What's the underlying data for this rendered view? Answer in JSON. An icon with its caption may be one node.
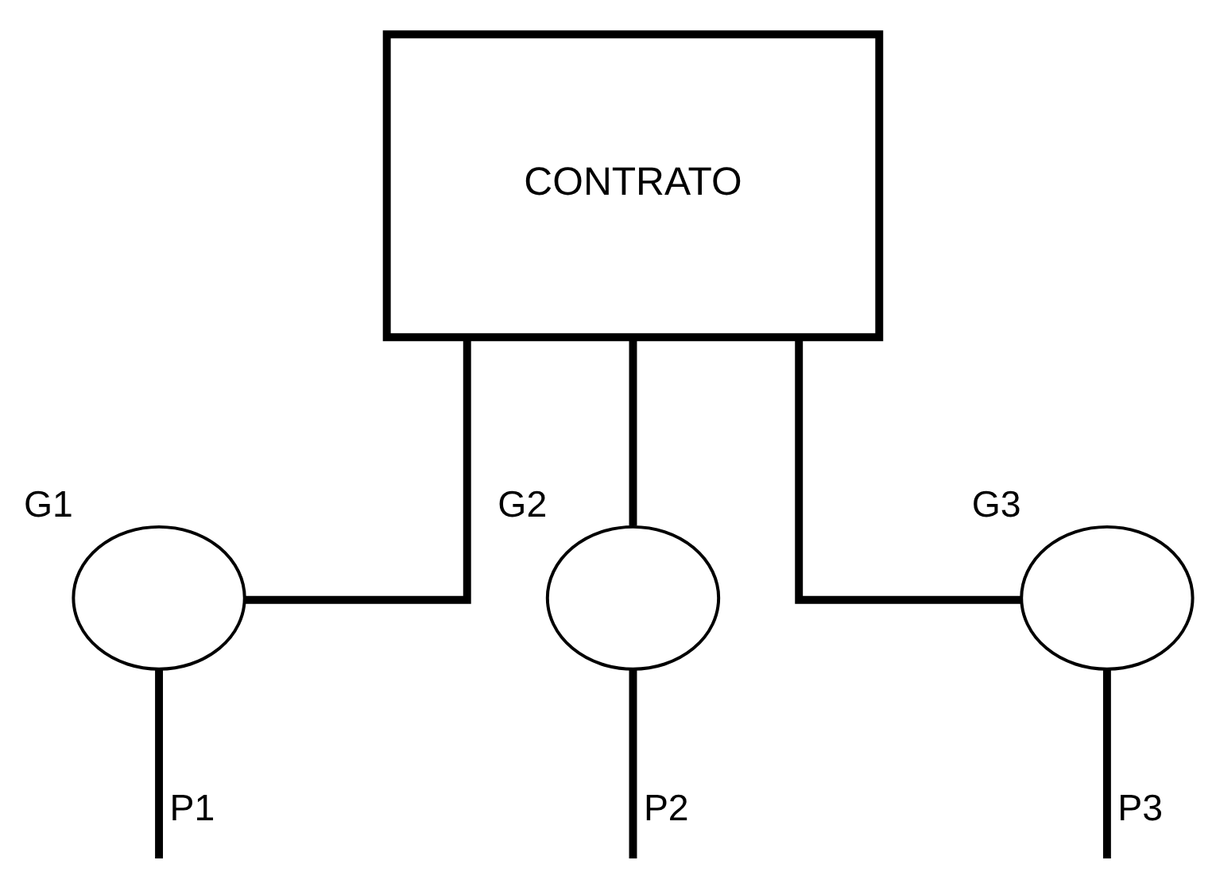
{
  "diagram": {
    "nodes": [
      {
        "text": [
          "CONTRATO"
        ]
      },
      {
        "text": [],
        "shape": "circle",
        "beside": [
          "G1"
        ]
      },
      {
        "text": [],
        "shape": "circle",
        "beside": [
          "G2"
        ]
      },
      {
        "text": [],
        "shape": "circle",
        "beside": [
          "G3"
        ]
      }
    ],
    "edges": [
      {
        "from": 0,
        "to": 1,
        "arrow": "none"
      },
      {
        "from": 0,
        "to": 2,
        "arrow": "none"
      },
      {
        "from": 0,
        "to": 3,
        "arrow": "none"
      },
      {
        "from": 1,
        "to": null,
        "arrow": "none",
        "label": "P1"
      },
      {
        "from": 2,
        "to": null,
        "arrow": "none",
        "label": "P2"
      },
      {
        "from": 3,
        "to": null,
        "arrow": "none",
        "label": "P3"
      }
    ]
  }
}
